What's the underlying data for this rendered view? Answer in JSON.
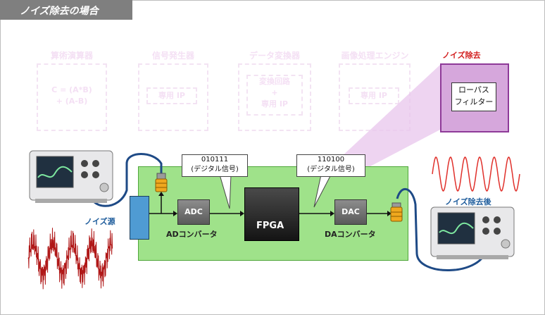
{
  "header": {
    "title": "ノイズ除去の場合"
  },
  "faded_blocks": [
    {
      "label": "算術演算器",
      "content_lines": [
        "C = (A*B)",
        "+ (A-B)"
      ]
    },
    {
      "label": "信号発生器",
      "inner": "専用 IP"
    },
    {
      "label": "データ変換器",
      "content_lines": [
        "変換回路",
        "+",
        "専用 IP"
      ]
    },
    {
      "label": "画像処理エンジン",
      "inner": "専用 IP"
    }
  ],
  "noise_removal": {
    "title": "ノイズ除去",
    "filter_lines": [
      "ローパス",
      "フィルター"
    ]
  },
  "components": {
    "adc": "ADC",
    "adc_label": "ADコンバータ",
    "fpga": "FPGA",
    "dac": "DAC",
    "dac_label": "DAコンバータ"
  },
  "callouts": {
    "input": {
      "bits": "010111",
      "desc": "(デジタル信号)"
    },
    "output": {
      "bits": "110100",
      "desc": "(デジタル信号)"
    }
  },
  "labels": {
    "noise_source": "ノイズ源",
    "after_removal": "ノイズ除去後"
  },
  "colors": {
    "board": "#9fe28a",
    "noise_wave": "#b01818",
    "clean_wave": "#e0302b",
    "cable": "#1e4a86",
    "connector": "#f0a81e",
    "highlight": "#d6a7dc"
  }
}
